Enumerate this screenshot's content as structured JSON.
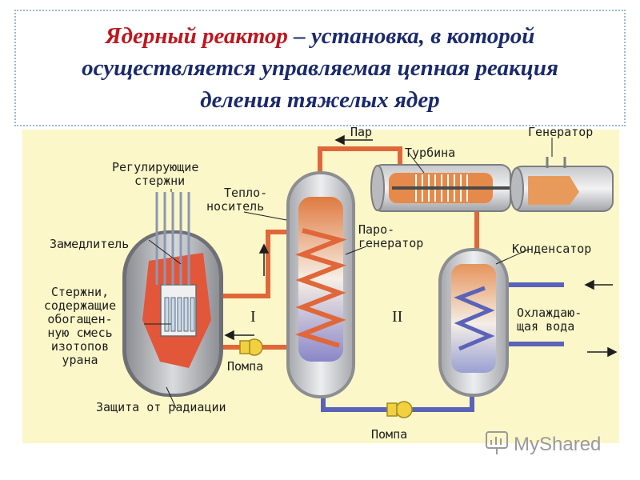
{
  "title": {
    "term": "Ядерный реактор",
    "dash": " – ",
    "line1_rest": "установка, в которой",
    "line2": "осуществляется управляемая цепная реакция",
    "line3": "деления тяжелых ядер"
  },
  "labels": {
    "steam": "Пар",
    "turbine": "Турбина",
    "generator": "Генератор",
    "control_rods_1": "Регулирующие",
    "control_rods_2": "стержни",
    "coolant_1": "Тепло-",
    "coolant_2": "носитель",
    "moderator": "Замедлитель",
    "steam_gen_1": "Паро-",
    "steam_gen_2": "генератор",
    "condenser": "Конденсатор",
    "fuel_1": "Стержни,",
    "fuel_2": "содержащие",
    "fuel_3": "обогащен-",
    "fuel_4": "ную смесь",
    "fuel_5": "изотопов",
    "fuel_6": "урана",
    "circuit_1": "I",
    "circuit_2": "II",
    "cooling_water_1": "Охлаждаю-",
    "cooling_water_2": "щая вода",
    "pump_1": "Помпа",
    "pump_2": "Помпа",
    "shield": "Защита от радиации"
  },
  "watermark": "MyShared",
  "colors": {
    "title_blue": "#1a2a6c",
    "title_red": "#c0161e",
    "diagram_bg": "#fbf7c8",
    "hot_pipe": "#e0673a",
    "cold_pipe": "#5a63b8",
    "vessel_gray": "#a7a9ad"
  }
}
